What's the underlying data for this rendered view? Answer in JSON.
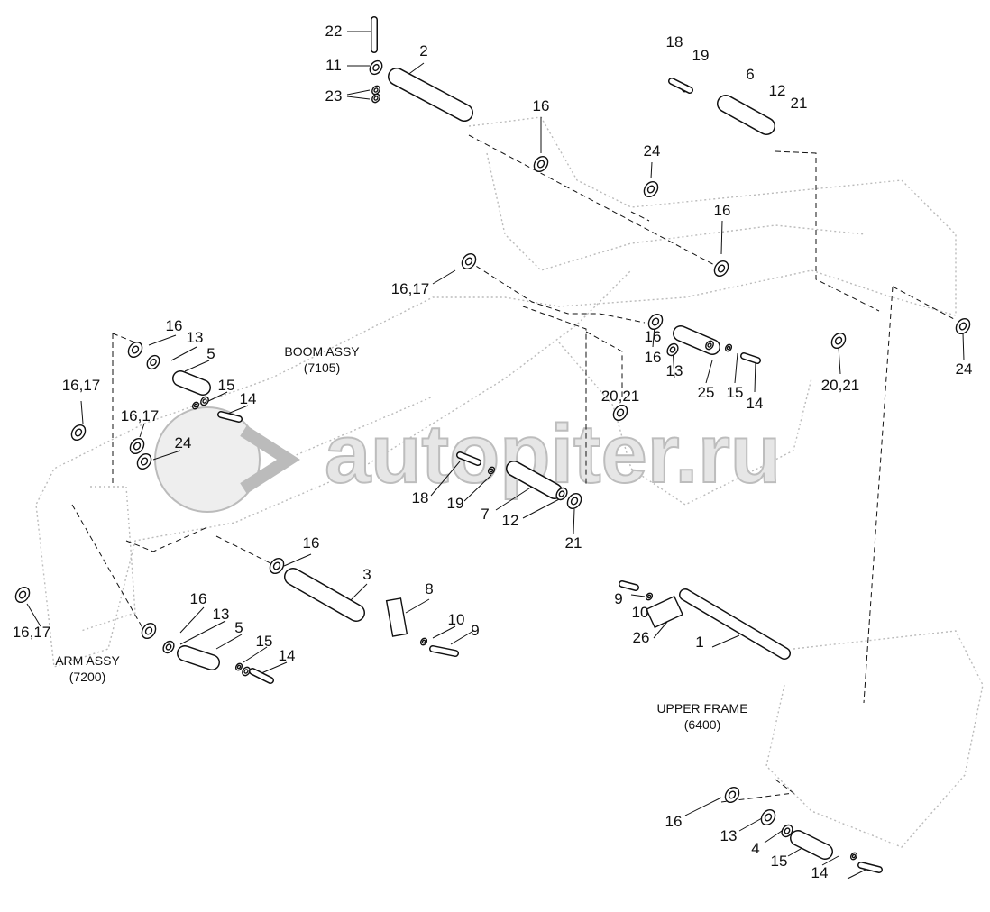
{
  "diagram": {
    "watermark": "autopiter.ru",
    "assemblies": {
      "boom": {
        "name": "BOOM ASSY",
        "code": "(7105)"
      },
      "arm": {
        "name": "ARM ASSY",
        "code": "(7200)"
      },
      "upper_frame": {
        "name": "UPPER FRAME",
        "code": "(6400)"
      }
    },
    "callouts": [
      "22",
      "11",
      "23",
      "2",
      "18",
      "19",
      "6",
      "12",
      "21",
      "16",
      "24",
      "16",
      "16,17",
      "16",
      "13",
      "5",
      "16",
      "13",
      "25",
      "15",
      "14",
      "16",
      "24",
      "20,21",
      "15",
      "14",
      "16,17",
      "16,17",
      "24",
      "20,21",
      "18",
      "19",
      "7",
      "12",
      "21",
      "16",
      "3",
      "8",
      "10",
      "9",
      "9",
      "10",
      "26",
      "1",
      "16",
      "13",
      "5",
      "15",
      "14",
      "16,17",
      "16",
      "13",
      "4",
      "15",
      "14"
    ]
  }
}
